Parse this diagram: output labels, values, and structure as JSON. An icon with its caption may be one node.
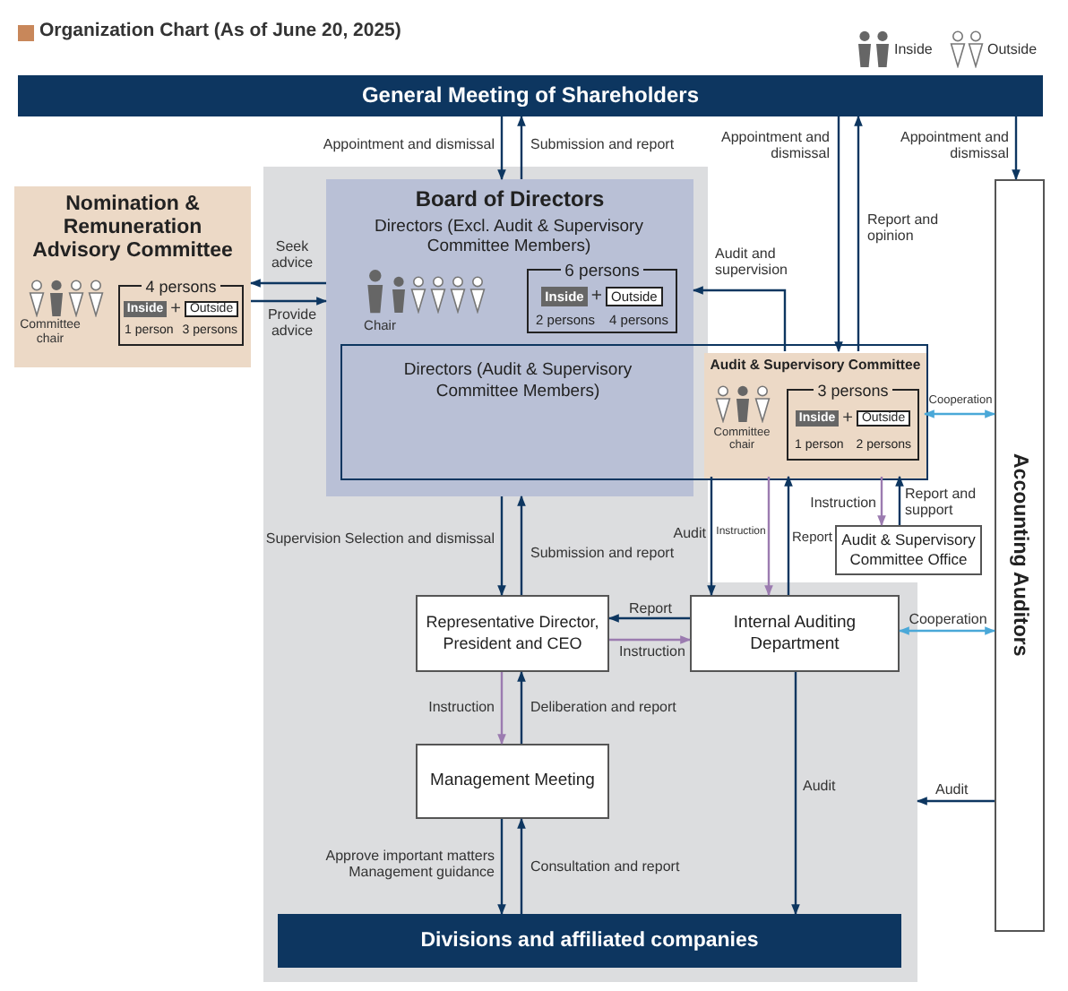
{
  "diagram": {
    "title": "Organization Chart (As of June 20, 2025)",
    "nodes": [
      {
        "text": [
          "General Meeting of Shareholders"
        ]
      },
      {
        "text": [
          "Nomination & Remuneration Advisory Committee",
          "Committee chair",
          "4 persons",
          "Inside",
          "+",
          "Outside",
          "1 person",
          "3 persons"
        ]
      },
      {
        "text": [
          "Board of Directors",
          "Directors (Excl. Audit & Supervisory Committee Members)",
          "Chair",
          "6 persons",
          "Inside",
          "+",
          "Outside",
          "2 persons",
          "4 persons"
        ]
      },
      {
        "text": [
          "Directors (Audit & Supervisory Committee Members)"
        ]
      },
      {
        "text": [
          "Audit & Supervisory Committee",
          "Committee chair",
          "3 persons",
          "Inside",
          "+",
          "Outside",
          "1 person",
          "2 persons"
        ],
        "in": 3
      },
      {
        "text": [
          "Audit & Supervisory Committee Office"
        ]
      },
      {
        "text": [
          "Accounting Auditors"
        ]
      },
      {
        "text": [
          "Representative Director, President and CEO"
        ]
      },
      {
        "text": [
          "Internal Auditing Department"
        ]
      },
      {
        "text": [
          "Management Meeting"
        ]
      },
      {
        "text": [
          "Divisions and affiliated companies"
        ]
      }
    ],
    "edges": [
      {
        "from": 0,
        "to": 2,
        "arrow": "to",
        "label": "Appointment and dismissal"
      },
      {
        "from": 2,
        "to": 0,
        "arrow": "to",
        "label": "Submission and report"
      },
      {
        "from": 0,
        "to": 4,
        "arrow": "to",
        "label": "Appointment and dismissal"
      },
      {
        "from": 4,
        "to": 0,
        "arrow": "to",
        "label": "Report and opinion"
      },
      {
        "from": 0,
        "to": 6,
        "arrow": "to",
        "label": "Appointment and dismissal"
      },
      {
        "from": 2,
        "to": 1,
        "arrow": "to",
        "label": "Seek advice"
      },
      {
        "from": 1,
        "to": 2,
        "arrow": "to",
        "label": "Provide advice"
      },
      {
        "from": 4,
        "to": 2,
        "arrow": "to",
        "label": "Audit and supervision"
      },
      {
        "from": 4,
        "to": 6,
        "arrow": "both",
        "label": "Cooperation",
        "color": "#4aa8d8"
      },
      {
        "from": 2,
        "to": 7,
        "arrow": "to",
        "label": "Supervision Selection and dismissal"
      },
      {
        "from": 7,
        "to": 2,
        "arrow": "to",
        "label": "Submission and report"
      },
      {
        "from": 4,
        "to": 8,
        "arrow": "to",
        "label": "Audit"
      },
      {
        "from": 4,
        "to": 8,
        "arrow": "to",
        "label": "Instruction",
        "color": "#9b7bb0"
      },
      {
        "from": 8,
        "to": 4,
        "arrow": "to",
        "label": "Report"
      },
      {
        "from": 4,
        "to": 5,
        "arrow": "to",
        "label": "Instruction",
        "color": "#9b7bb0"
      },
      {
        "from": 5,
        "to": 4,
        "arrow": "to",
        "label": "Report and support"
      },
      {
        "from": 8,
        "to": 7,
        "arrow": "to",
        "label": "Report"
      },
      {
        "from": 7,
        "to": 8,
        "arrow": "to",
        "label": "Instruction",
        "color": "#9b7bb0"
      },
      {
        "from": 8,
        "to": 6,
        "arrow": "both",
        "label": "Cooperation",
        "color": "#4aa8d8"
      },
      {
        "from": 7,
        "to": 9,
        "arrow": "to",
        "label": "Instruction",
        "color": "#9b7bb0"
      },
      {
        "from": 9,
        "to": 7,
        "arrow": "to",
        "label": "Deliberation and report"
      },
      {
        "from": 9,
        "to": 10,
        "arrow": "to",
        "label": "Approve important matters Management guidance"
      },
      {
        "from": 10,
        "to": 9,
        "arrow": "to",
        "label": "Consultation and report"
      },
      {
        "from": 8,
        "to": 10,
        "arrow": "to",
        "label": "Audit"
      },
      {
        "from": 6,
        "to": null,
        "arrow": "to",
        "label": "Audit"
      }
    ],
    "legend": [
      {
        "text": "Inside"
      },
      {
        "text": "Outside"
      }
    ]
  }
}
